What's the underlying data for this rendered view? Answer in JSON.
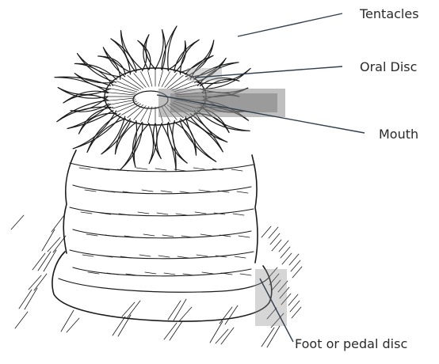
{
  "diagram": {
    "labels": {
      "tentacles": "Tentacles",
      "oral_disc": "Oral Disc",
      "mouth": "Mouth",
      "foot": "Foot or pedal disc"
    }
  }
}
